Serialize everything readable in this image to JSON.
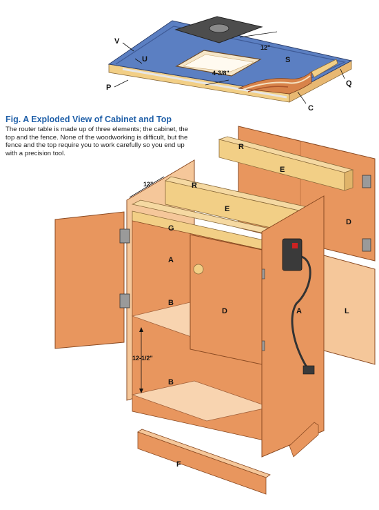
{
  "caption": {
    "title": "Fig. A  Exploded View of Cabinet and Top",
    "body": "The router table is made up of three elements; the cabinet, the top and the fence. None of the woodworking is difficult, but the fence and the top require you to work carefully so you end up with a precision tool."
  },
  "labels": {
    "top_S": "S",
    "top_V": "V",
    "top_U": "U",
    "top_P": "P",
    "top_Q": "Q",
    "top_C": "C",
    "fence_R": "R",
    "fence_E": "E",
    "back_D": "D",
    "back_L": "L",
    "cab_R": "R",
    "cab_E": "E",
    "cab_G": "G",
    "cab_A_left": "A",
    "cab_A_right": "A",
    "cab_B_upper": "B",
    "cab_B_lower": "B",
    "door_D": "D",
    "kick_F": "F"
  },
  "dimensions": {
    "top_offset": "12\"",
    "top_opening": "4-3/8\"",
    "cabinet_depth": "12\"",
    "shelf_height": "12-1/2\""
  },
  "colors": {
    "tabletop": "#5b7fc2",
    "plywood": "#e8965e",
    "plywood_light": "#f5c79a",
    "edge": "#f2cf86",
    "steel": "#555555",
    "caption_blue": "#1f5fa8"
  }
}
